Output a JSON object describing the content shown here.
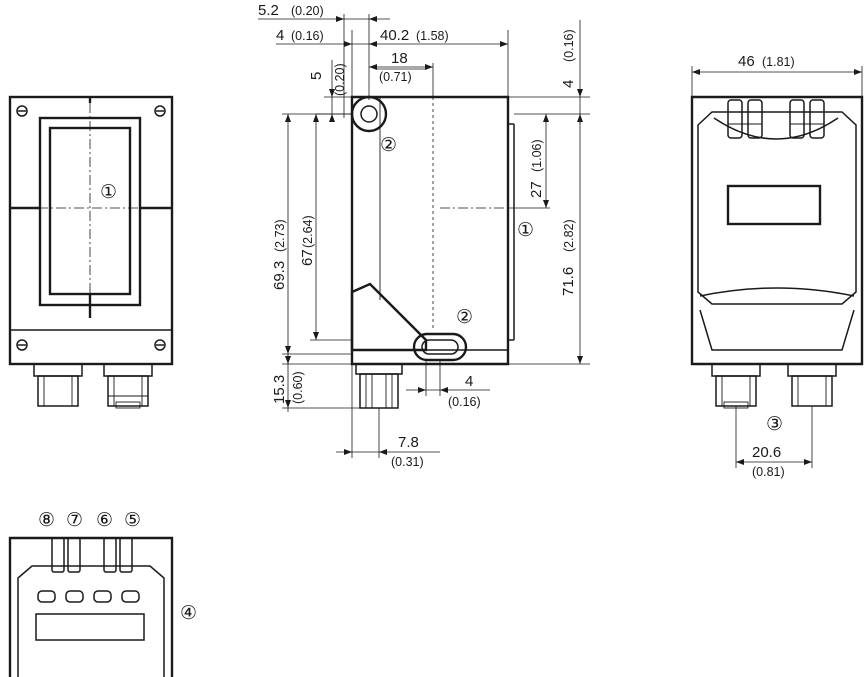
{
  "dimensions": {
    "w_5_2": "5.2",
    "w_5_2_in": "(0.20)",
    "w_4_top": "4",
    "w_4_top_in": "(0.16)",
    "w_40_2": "40.2",
    "w_40_2_in": "(1.58)",
    "w_18": "18",
    "w_18_in": "(0.71)",
    "v_5": "5",
    "v_5_in": "(0.20)",
    "v_4_right": "4",
    "v_4_right_in": "(0.16)",
    "v_27": "27",
    "v_27_in": "(1.06)",
    "v_69_3": "69.3",
    "v_69_3_in": "(2.73)",
    "v_67": "67",
    "v_67_in": "(2.64)",
    "v_71_6": "71.6",
    "v_71_6_in": "(2.82)",
    "v_15_3": "15.3",
    "v_15_3_in": "(0.60)",
    "w_4_bottom": "4",
    "w_4_bottom_in": "(0.16)",
    "w_7_8": "7.8",
    "w_7_8_in": "(0.31)",
    "w_46": "46",
    "w_46_in": "(1.81)",
    "w_20_6": "20.6",
    "w_20_6_in": "(0.81)"
  },
  "callouts": {
    "c1_front": "①",
    "c1_side": "①",
    "c2_top": "②",
    "c2_bottom": "②",
    "c3": "③",
    "c4": "④",
    "c8": "⑧",
    "c7": "⑦",
    "c6": "⑥",
    "c5": "⑤"
  }
}
